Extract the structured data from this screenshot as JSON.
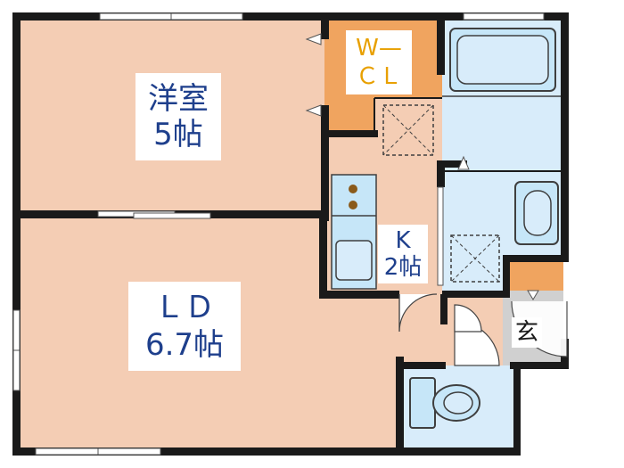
{
  "rooms": {
    "western": {
      "name": "洋室",
      "size": "5帖"
    },
    "ld": {
      "name": "ＬＤ",
      "size": "6.7帖"
    },
    "kitchen": {
      "name": "K",
      "size": "2帖"
    },
    "wcl": {
      "line1": "W—",
      "line2": "ＣＬ"
    },
    "entrance": {
      "name": "玄"
    }
  },
  "colors": {
    "room_floor": "#f4cdb4",
    "closet": "#f0a45f",
    "wet_area": "#d8ecfa",
    "fixture": "#c6e6f8",
    "fixture_border": "#3f3f3f",
    "wall": "#1a1a1a",
    "label_text_blue": "#1e3f8c",
    "label_text_orange": "#e8a000"
  },
  "icons": [
    "bathtub-icon",
    "washbasin-icon",
    "toilet-icon",
    "sink-icon",
    "stove-icon",
    "washer-pan-icon",
    "storage-x-icon",
    "door-swing-icon",
    "window-icon"
  ]
}
